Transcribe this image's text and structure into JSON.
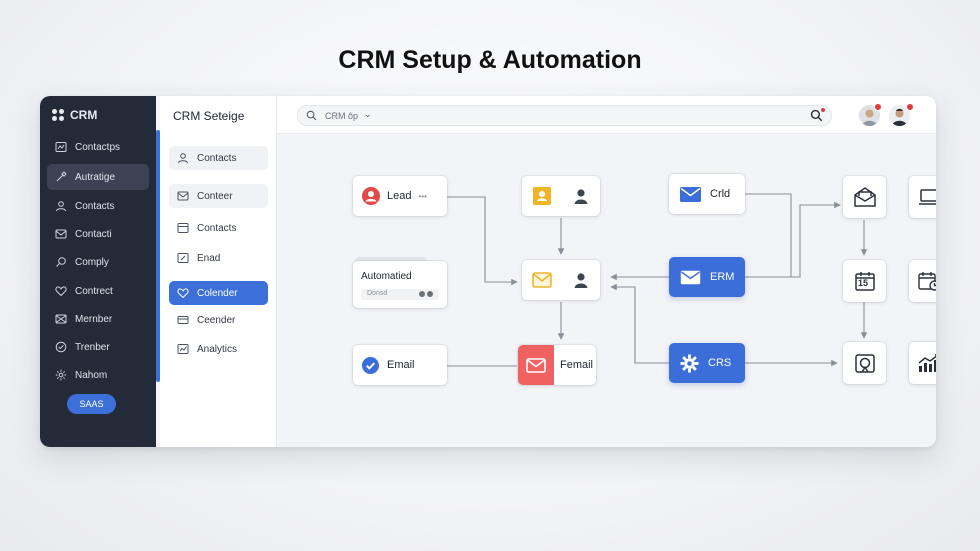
{
  "page": {
    "title": "CRM Setup & Automation"
  },
  "sidebar": {
    "brand": "CRM",
    "items": [
      {
        "label": "Contactps",
        "icon": "contacts-icon"
      },
      {
        "label": "Autratige",
        "icon": "automation-icon",
        "active": true
      },
      {
        "label": "Contacts",
        "icon": "person-icon"
      },
      {
        "label": "Contacti",
        "icon": "mail-icon"
      },
      {
        "label": "Comply",
        "icon": "search-icon"
      },
      {
        "label": "Contrect",
        "icon": "heart-icon"
      },
      {
        "label": "Mernber",
        "icon": "mail-icon"
      },
      {
        "label": "Trenber",
        "icon": "check-icon"
      },
      {
        "label": "Nahom",
        "icon": "gear-icon"
      }
    ],
    "pill_label": "SAAS"
  },
  "subpanel": {
    "title": "CRM Seteige",
    "items": [
      {
        "label": "Contacts",
        "icon": "person-icon",
        "boxed": true
      },
      {
        "label": "Conteer",
        "icon": "mail-icon",
        "boxed": true
      },
      {
        "label": "Contacts",
        "icon": "contacts-icon"
      },
      {
        "label": "Enad",
        "icon": "edit-icon"
      },
      {
        "label": "Colender",
        "icon": "heart-icon",
        "active": true
      },
      {
        "label": "Ceender",
        "icon": "card-icon"
      },
      {
        "label": "Analytics",
        "icon": "chart-icon"
      }
    ]
  },
  "topbar": {
    "search_value": "CRM ôp",
    "chevron": "⌄"
  },
  "workflow": {
    "lead_label": "Lead",
    "lead_dots": "•••",
    "automated_title": "Automatied",
    "automated_sub": "Donsd",
    "email_label": "Email",
    "femail_label": "Femail",
    "crld_label": "Crld",
    "erm_label": "ERM",
    "crs_label": "CRS",
    "calendar_day": "15"
  },
  "colors": {
    "accent": "#3b6ed8",
    "sidebar_bg": "#232a38",
    "lead_red": "#e24a4a",
    "contact_yellow": "#f0b429",
    "email_red": "#f06262"
  }
}
